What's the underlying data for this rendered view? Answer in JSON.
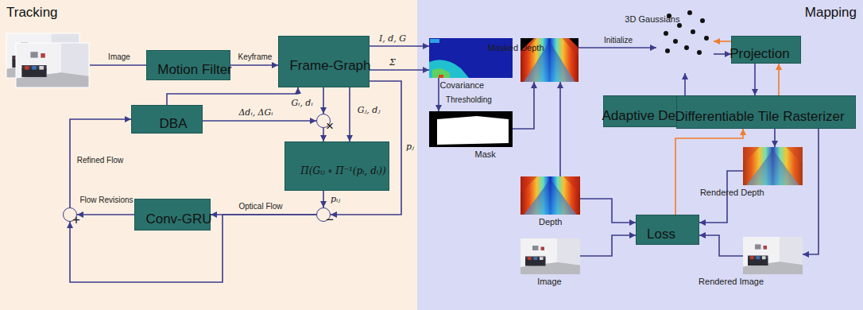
{
  "diagram": {
    "nodes": [
      {
        "text": [
          "Tracking"
        ]
      },
      {
        "text": [
          "Mapping"
        ]
      },
      {
        "text": [
          "Motion Filter"
        ],
        "in": 0
      },
      {
        "text": [
          "Frame-Graph"
        ],
        "in": 0
      },
      {
        "text": [
          "DBA"
        ],
        "in": 0
      },
      {
        "text": [
          "×"
        ],
        "in": 0
      },
      {
        "text": [
          "Π(Gᵢⱼ ∘ Π⁻¹(pᵢ, dᵢ))"
        ],
        "in": 0
      },
      {
        "text": [
          "−"
        ],
        "in": 0
      },
      {
        "text": [
          "Conv-GRU"
        ],
        "in": 0
      },
      {
        "text": [
          "+"
        ],
        "in": 0
      },
      {
        "text": [
          "Covariance"
        ],
        "in": 1
      },
      {
        "text": [
          "Mask"
        ],
        "in": 1
      },
      {
        "text": [
          "Masked Depth"
        ],
        "in": 1
      },
      {
        "text": [
          "3D Gaussians"
        ],
        "in": 1
      },
      {
        "text": [
          "Projection"
        ],
        "in": 1
      },
      {
        "text": [
          "Adaptive Density Control"
        ],
        "in": 1
      },
      {
        "text": [
          "Differentiable Tile Rasterizer"
        ],
        "in": 1
      },
      {
        "text": [
          "Depth"
        ],
        "in": 1
      },
      {
        "text": [
          "Image"
        ],
        "in": 1
      },
      {
        "text": [
          "Loss"
        ],
        "in": 1
      },
      {
        "text": [
          "Rendered Depth"
        ],
        "in": 1
      },
      {
        "text": [
          "Rendered Image"
        ],
        "in": 1
      }
    ],
    "edges": [
      {
        "from": 2,
        "to": 3,
        "label": "Keyframe",
        "arrow": "to"
      },
      {
        "from": 3,
        "to": 10,
        "label": "I, d, G",
        "arrow": "to"
      },
      {
        "from": 3,
        "to": 10,
        "label": "Σ",
        "arrow": "to"
      },
      {
        "from": 4,
        "to": 3,
        "arrow": "to"
      },
      {
        "from": 3,
        "to": 5,
        "label": "Gᵢ, dᵢ",
        "arrow": "to"
      },
      {
        "from": 4,
        "to": 5,
        "label": "Δdᵢ, ΔGᵢ",
        "arrow": "to"
      },
      {
        "from": 5,
        "to": 6,
        "arrow": "to"
      },
      {
        "from": 3,
        "to": 6,
        "label": "Gⱼ, dⱼ",
        "arrow": "to"
      },
      {
        "from": 3,
        "to": 7,
        "label": "pⱼ",
        "arrow": "to"
      },
      {
        "from": 6,
        "to": 7,
        "label": "pᵢⱼ",
        "arrow": "to"
      },
      {
        "from": 7,
        "to": 8,
        "label": "Optical Flow",
        "arrow": "to"
      },
      {
        "from": 7,
        "to": 9,
        "arrow": "to"
      },
      {
        "from": 8,
        "to": 9,
        "label": "Flow Revisions",
        "arrow": "to"
      },
      {
        "from": 9,
        "to": 4,
        "label": "Refined Flow",
        "arrow": "to"
      },
      {
        "from": 10,
        "to": 11,
        "label": "Thresholding",
        "arrow": "to"
      },
      {
        "from": 11,
        "to": 12,
        "arrow": "to"
      },
      {
        "from": 17,
        "to": 12,
        "arrow": "to"
      },
      {
        "from": 12,
        "to": 13,
        "label": "Initialize",
        "arrow": "to"
      },
      {
        "from": 13,
        "to": 14,
        "arrow": "to"
      },
      {
        "from": 14,
        "to": 13,
        "arrow": "to"
      },
      {
        "from": 14,
        "to": 16,
        "arrow": "to"
      },
      {
        "from": 16,
        "to": 14,
        "arrow": "to"
      },
      {
        "from": 16,
        "to": 15,
        "arrow": "to"
      },
      {
        "from": 15,
        "to": 13,
        "arrow": "to"
      },
      {
        "from": 16,
        "to": 20,
        "arrow": "to"
      },
      {
        "from": 16,
        "to": 21,
        "arrow": "to"
      },
      {
        "from": 17,
        "to": 19,
        "arrow": "to"
      },
      {
        "from": 18,
        "to": 19,
        "arrow": "to"
      },
      {
        "from": 20,
        "to": 19,
        "arrow": "to"
      },
      {
        "from": 21,
        "to": 19,
        "arrow": "to"
      },
      {
        "from": 19,
        "to": 16,
        "arrow": "to"
      }
    ],
    "labels": [
      "Image"
    ]
  }
}
